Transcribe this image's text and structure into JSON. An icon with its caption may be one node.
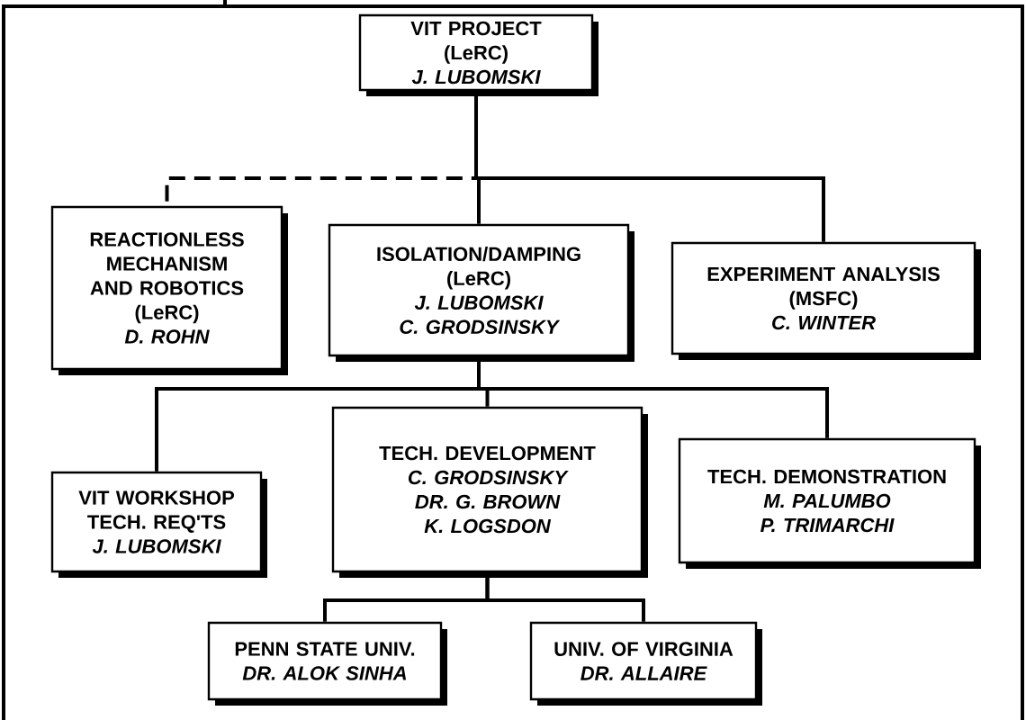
{
  "diagram": {
    "nodes": [
      {
        "text": [
          "VIT PROJECT",
          "(LeRC)",
          "J. LUBOMSKI"
        ]
      },
      {
        "text": [
          "REACTIONLESS MECHANISM AND ROBOTICS",
          "(LeRC)",
          "D. ROHN"
        ]
      },
      {
        "text": [
          "ISOLATION/DAMPING",
          "(LeRC)",
          "J. LUBOMSKI",
          "C. GRODSINSKY"
        ]
      },
      {
        "text": [
          "EXPERIMENT ANALYSIS",
          "(MSFC)",
          "C. WINTER"
        ]
      },
      {
        "text": [
          "VIT WORKSHOP TECH. REQ'TS",
          "J. LUBOMSKI"
        ]
      },
      {
        "text": [
          "TECH. DEVELOPMENT",
          "C. GRODSINSKY",
          "DR. G. BROWN",
          "K. LOGSDON"
        ]
      },
      {
        "text": [
          "TECH. DEMONSTRATION",
          "M. PALUMBO",
          "P. TRIMARCHI"
        ]
      },
      {
        "text": [
          "PENN STATE UNIV.",
          "DR. ALOK SINHA"
        ]
      },
      {
        "text": [
          "UNIV. OF VIRGINIA",
          "DR. ALLAIRE"
        ]
      }
    ],
    "edges": [
      {
        "from": 0,
        "to": 1,
        "arrow": "none",
        "style": "dashed"
      },
      {
        "from": 0,
        "to": 2,
        "arrow": "none"
      },
      {
        "from": 0,
        "to": 3,
        "arrow": "none"
      },
      {
        "from": 2,
        "to": 4,
        "arrow": "none"
      },
      {
        "from": 2,
        "to": 5,
        "arrow": "none"
      },
      {
        "from": 2,
        "to": 6,
        "arrow": "none"
      },
      {
        "from": 5,
        "to": 7,
        "arrow": "none"
      },
      {
        "from": 5,
        "to": 8,
        "arrow": "none"
      }
    ]
  }
}
